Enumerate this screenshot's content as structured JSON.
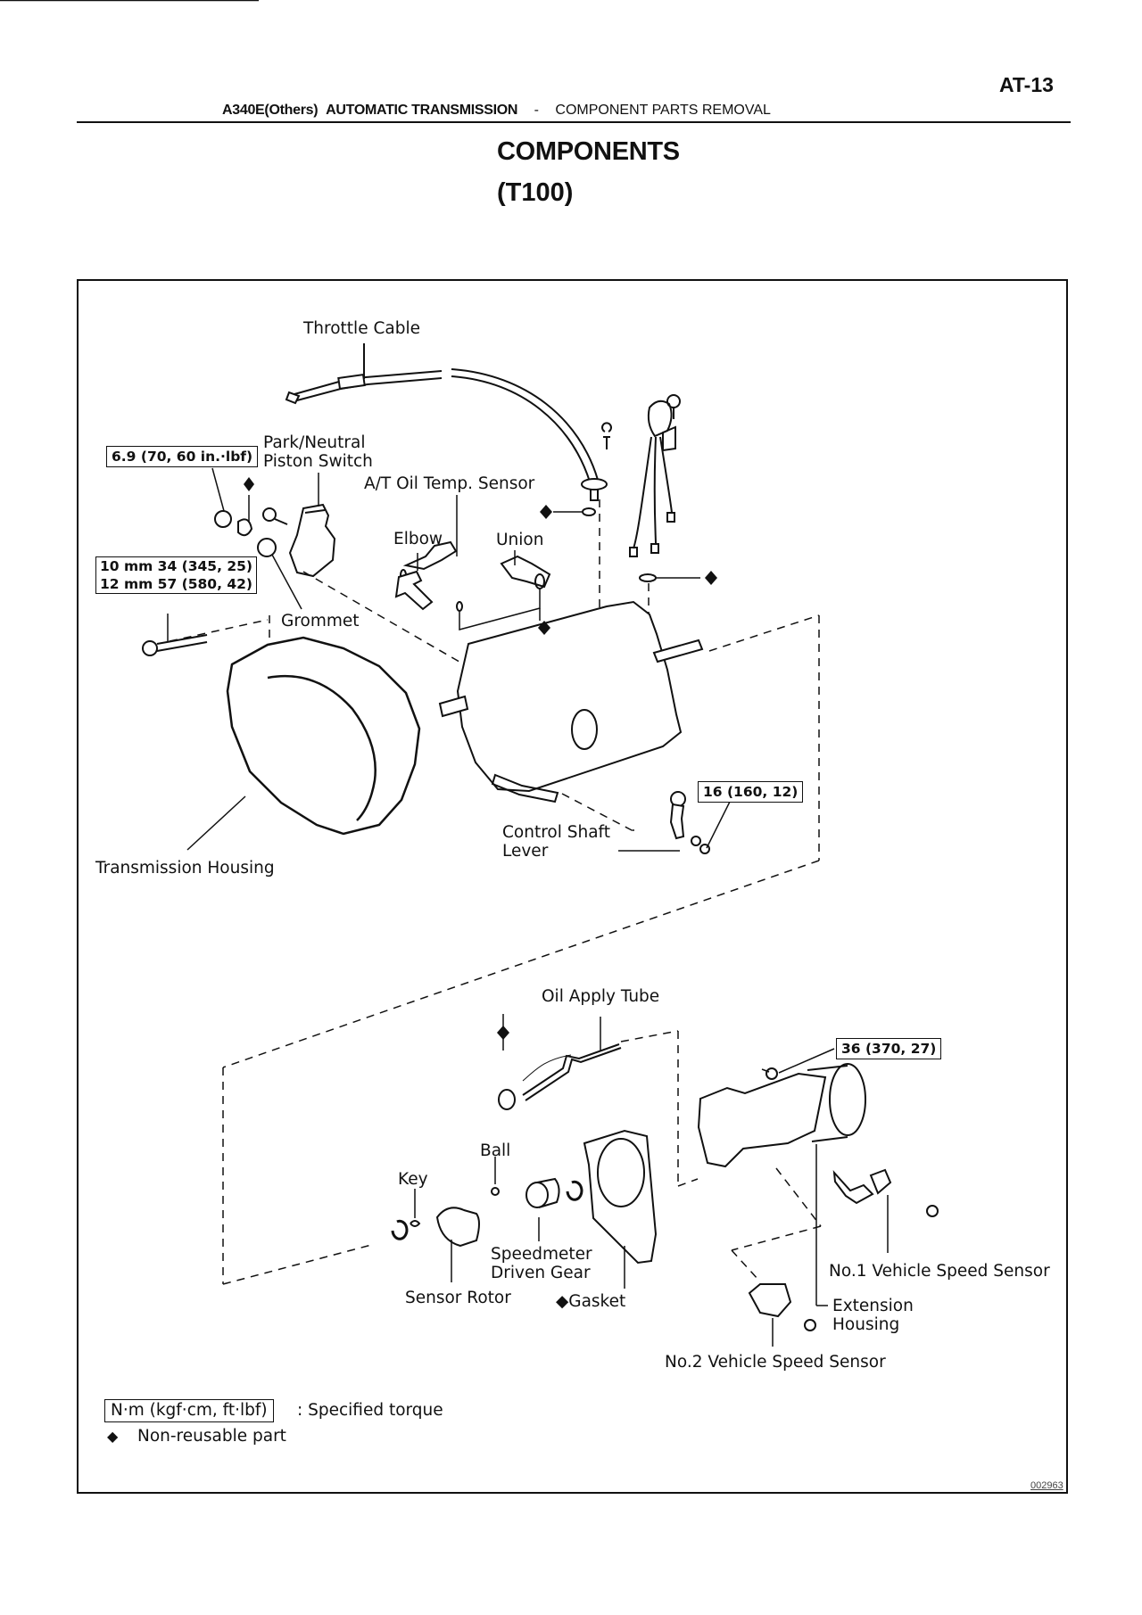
{
  "header": {
    "page_number": "AT-13",
    "section_model": "A340E(Others)",
    "section_name": "AUTOMATIC TRANSMISSION",
    "separator": "-",
    "subsection": "COMPONENT PARTS REMOVAL"
  },
  "title": "COMPONENTS",
  "subtitle": "(T100)",
  "diagram": {
    "labels": {
      "throttle_cable": "Throttle Cable",
      "park_neutral_line1": "Park/Neutral",
      "park_neutral_line2": "Piston Switch",
      "oil_temp_sensor": "A/T Oil Temp. Sensor",
      "elbow": "Elbow",
      "union": "Union",
      "grommet": "Grommet",
      "transmission_housing": "Transmission Housing",
      "control_shaft_line1": "Control Shaft",
      "control_shaft_line2": "Lever",
      "oil_apply_tube": "Oil Apply Tube",
      "ball": "Ball",
      "key": "Key",
      "speedometer_line1": "Speedmeter",
      "speedometer_line2": "Driven Gear",
      "sensor_rotor": "Sensor Rotor",
      "gasket": "◆Gasket",
      "no1_speed_sensor": "No.1 Vehicle Speed Sensor",
      "extension_line1": "Extension",
      "extension_line2": "Housing",
      "no2_speed_sensor": "No.2 Vehicle Speed Sensor"
    },
    "torque_specs": {
      "park_neutral_nut": "6.9 (70, 60 in.·lbf)",
      "housing_bolt_10mm": "10 mm 34 (345, 25)",
      "housing_bolt_12mm": "12 mm 57 (580, 42)",
      "control_shaft_nut": "16 (160, 12)",
      "extension_bolt": "36 (370, 27)"
    },
    "non_reusable_symbol": "◆"
  },
  "legend": {
    "torque_unit": "N·m (kgf·cm, ft·lbf)",
    "torque_desc": ":  Specified torque",
    "nonreusable_symbol": "◆",
    "nonreusable_desc": "Non-reusable part"
  },
  "figure_code": "002963"
}
